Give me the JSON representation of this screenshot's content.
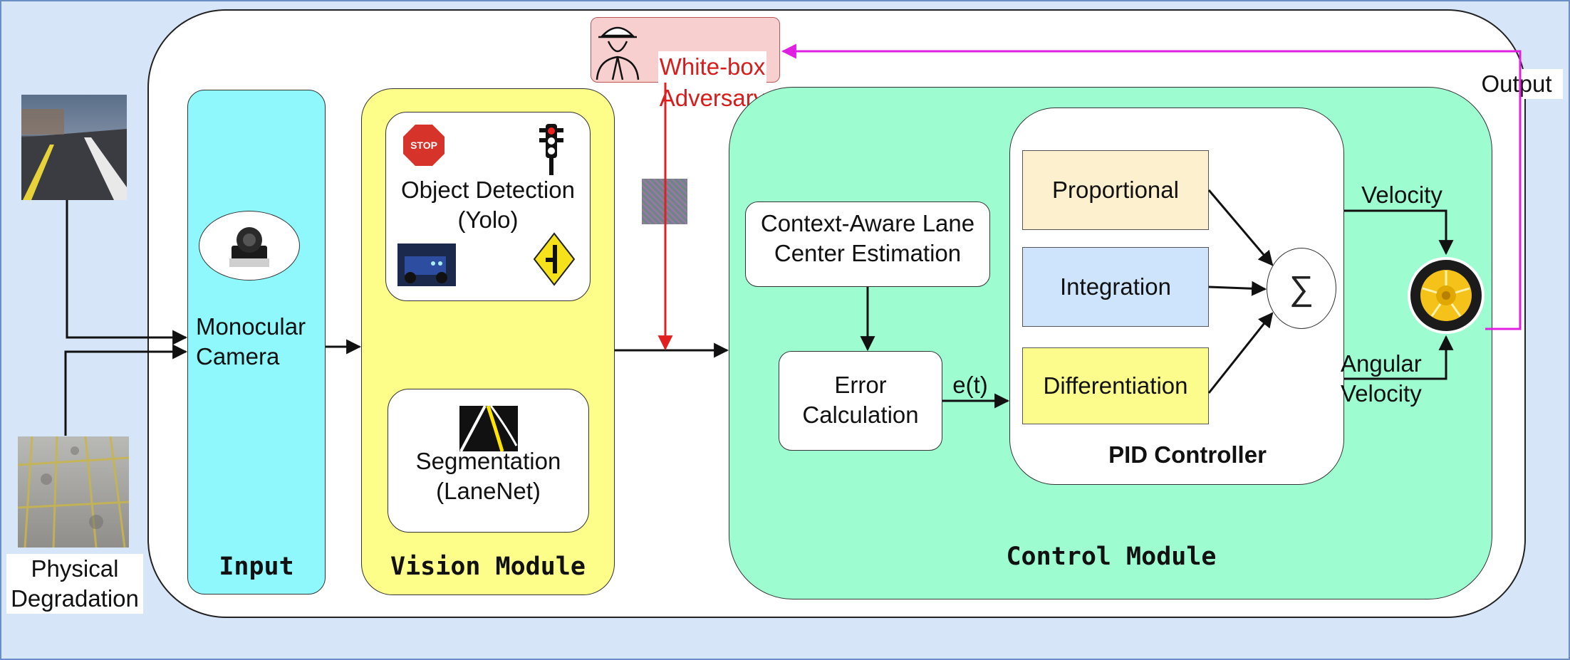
{
  "degradation": {
    "label": "Physical\nDegradation"
  },
  "input": {
    "camera_label": "Monocular\nCamera",
    "title": "Input"
  },
  "vision": {
    "title": "Vision Module",
    "detection_label": "Object Detection\n(Yolo)",
    "stop_sign_text": "STOP",
    "segmentation_label": "Segmentation\n(LaneNet)"
  },
  "adversary": {
    "label": "White-box\nAdversary",
    "color": "#d81c1c"
  },
  "control": {
    "title": "Control Module",
    "lane_center_label": "Context-Aware Lane\nCenter Estimation",
    "error_label": "Error\nCalculation",
    "error_signal": "e(t)",
    "pid": {
      "title": "PID Controller",
      "proportional": "Proportional",
      "integration": "Integration",
      "differentiation": "Differentiation",
      "sum_symbol": "∑"
    }
  },
  "outputs": {
    "velocity": "Velocity",
    "angular_velocity": "Angular\nVelocity",
    "output": "Output"
  },
  "colors": {
    "input_fill": "#8ff8fc",
    "vision_fill": "#fdfd89",
    "control_fill": "#9efcd1",
    "proportional_fill": "#fdf0cf",
    "integration_fill": "#cde4fc",
    "differentiation_fill": "#fcfc8c",
    "feedback_line": "#e020e0",
    "adversary_line": "#e02020"
  }
}
